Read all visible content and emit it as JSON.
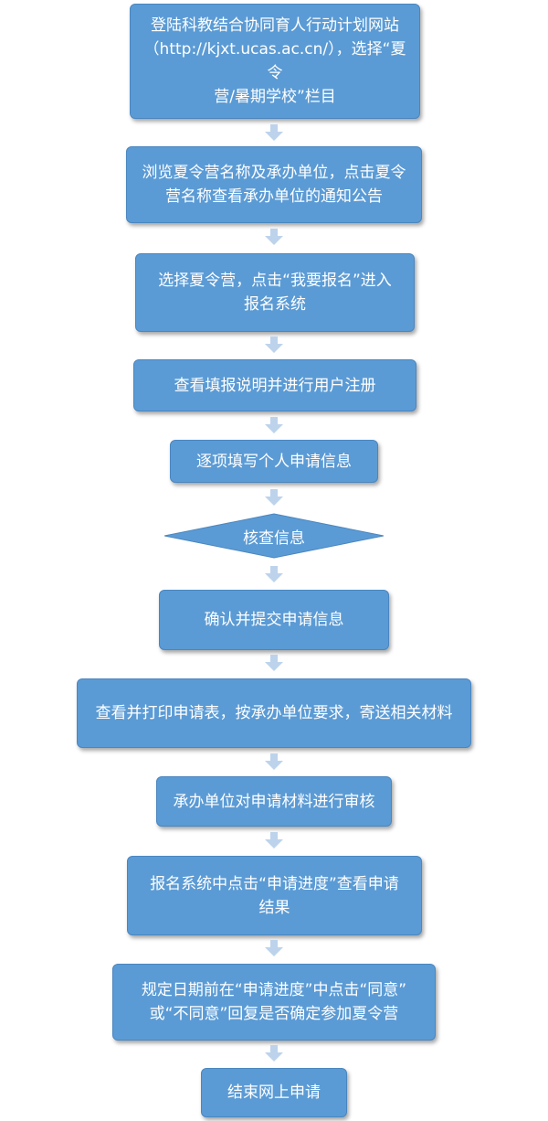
{
  "steps": [
    {
      "lines": [
        "登陆科教结合协同育人行动计划网站",
        "（http://kjxt.ucas.ac.cn/），选择“夏令",
        "营/暑期学校”栏目"
      ]
    },
    {
      "lines": [
        "浏览夏令营名称及承办单位，点击夏令",
        "营名称查看承办单位的通知公告"
      ]
    },
    {
      "lines": [
        "选择夏令营，点击“我要报名”进入",
        "报名系统"
      ]
    },
    {
      "lines": [
        "查看填报说明并进行用户注册"
      ]
    },
    {
      "lines": [
        "逐项填写个人申请信息"
      ]
    },
    {
      "lines": [
        "核查信息"
      ]
    },
    {
      "lines": [
        "确认并提交申请信息"
      ]
    },
    {
      "lines": [
        "查看并打印申请表，按承办单位要求，寄送相关材料"
      ]
    },
    {
      "lines": [
        "承办单位对申请材料进行审核"
      ]
    },
    {
      "lines": [
        "报名系统中点击“申请进度”查看申请",
        "结果"
      ]
    },
    {
      "lines": [
        "规定日期前在“申请进度”中点击“同意”",
        "或“不同意”回复是否确定参加夏令营"
      ]
    },
    {
      "lines": [
        "结束网上申请"
      ]
    }
  ],
  "colors": {
    "box_fill": "#5b9bd5",
    "arrow_fill": "#bdd3ec"
  }
}
